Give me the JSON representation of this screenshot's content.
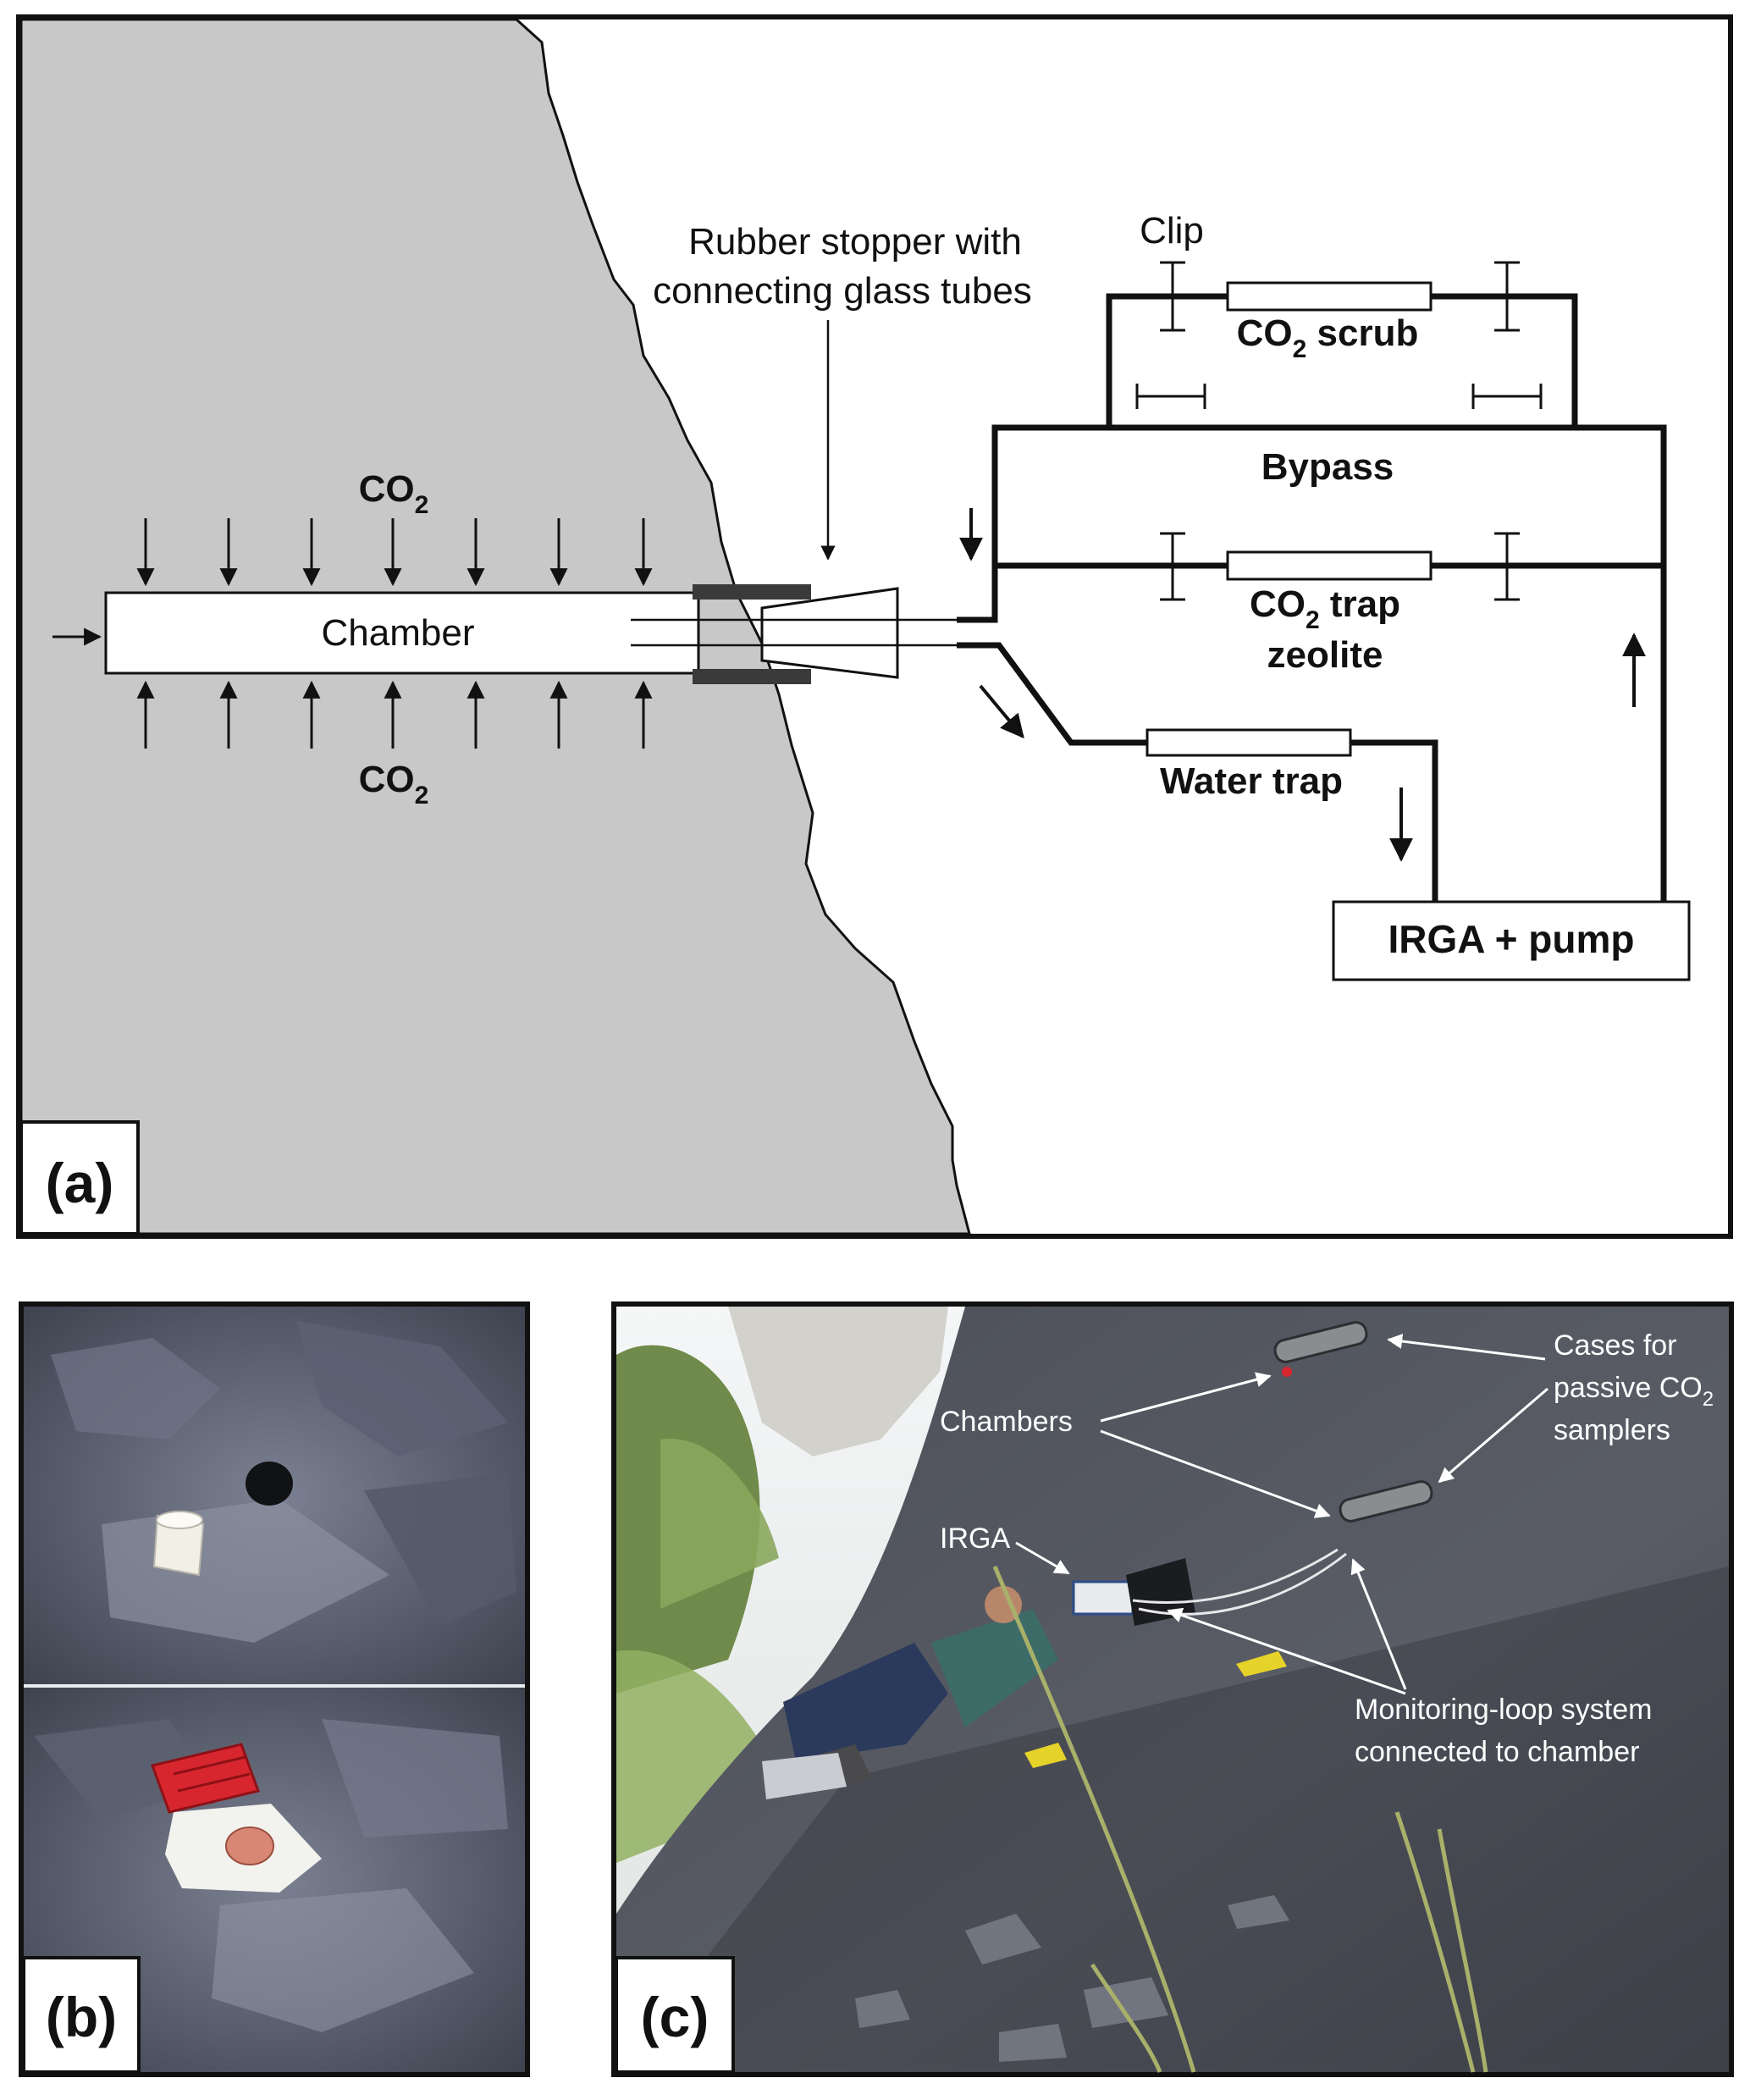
{
  "panel_a": {
    "label": "(a)",
    "stopper_caption_line1": "Rubber stopper with",
    "stopper_caption_line2": "connecting glass tubes",
    "clip_label": "Clip",
    "co2_top": {
      "main": "CO",
      "sub": "2"
    },
    "co2_bottom": {
      "main": "CO",
      "sub": "2"
    },
    "chamber_label": "Chamber",
    "scrub_label": {
      "main": "CO",
      "sub": "2",
      "rest": " scrub"
    },
    "bypass_label": "Bypass",
    "trap_label_line1": {
      "main": "CO",
      "sub": "2",
      "rest": " trap"
    },
    "trap_label_line2": "zeolite",
    "water_trap_label": "Water trap",
    "irga_label": "IRGA + pump"
  },
  "panel_b": {
    "label": "(b)"
  },
  "panel_c": {
    "label": "(c)",
    "chambers_label": "Chambers",
    "irga_label": "IRGA",
    "cases_line1": "Cases for",
    "cases_line2": {
      "main": "passive CO",
      "sub": "2"
    },
    "cases_line3": "samplers",
    "loop_line1": "Monitoring-loop system",
    "loop_line2": "connected to chamber"
  },
  "colors": {
    "rock": "#c8c8c8",
    "line": "#111111",
    "stopper_band": "#3a3a3a",
    "photo_dark": "#4a4e5c",
    "photo_mid": "#6b7080",
    "cap_red": "#d8262f",
    "sky": "#e9eef2",
    "vegetation": "#7f9a55"
  }
}
